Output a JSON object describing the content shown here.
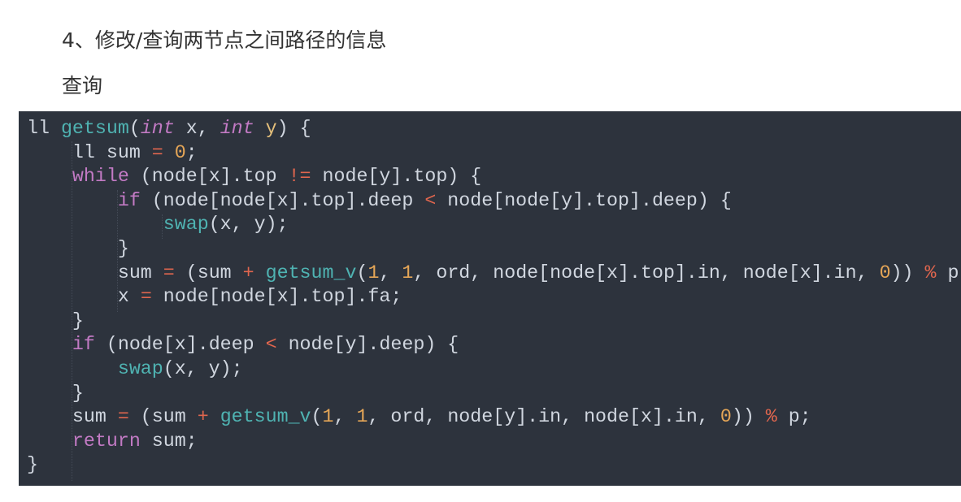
{
  "heading": "4、修改/查询两节点之间路径的信息",
  "subheading": "查询",
  "code_lines": [
    [
      [
        "ll ",
        ""
      ],
      [
        "getsum",
        "f"
      ],
      [
        "(",
        ""
      ],
      [
        "int",
        "i"
      ],
      [
        " x, ",
        ""
      ],
      [
        "int",
        "i"
      ],
      [
        " ",
        ""
      ],
      [
        "y",
        "y"
      ],
      [
        ") {",
        ""
      ]
    ],
    [
      [
        "    ll sum ",
        ""
      ],
      [
        "=",
        "o"
      ],
      [
        " ",
        ""
      ],
      [
        "0",
        "n"
      ],
      [
        ";",
        ""
      ]
    ],
    [
      [
        "    ",
        ""
      ],
      [
        "while",
        "k"
      ],
      [
        " (node[x].top ",
        ""
      ],
      [
        "!=",
        "o"
      ],
      [
        " node[y].top) {",
        ""
      ]
    ],
    [
      [
        "        ",
        ""
      ],
      [
        "if",
        "k"
      ],
      [
        " (node[node[x].top].deep ",
        ""
      ],
      [
        "<",
        "o"
      ],
      [
        " node[node[y].top].deep) {",
        ""
      ]
    ],
    [
      [
        "            ",
        ""
      ],
      [
        "swap",
        "f"
      ],
      [
        "(x, y);",
        ""
      ]
    ],
    [
      [
        "        }",
        ""
      ]
    ],
    [
      [
        "        sum ",
        ""
      ],
      [
        "=",
        "o"
      ],
      [
        " (sum ",
        ""
      ],
      [
        "+",
        "o"
      ],
      [
        " ",
        ""
      ],
      [
        "getsum_v",
        "f"
      ],
      [
        "(",
        ""
      ],
      [
        "1",
        "n"
      ],
      [
        ", ",
        ""
      ],
      [
        "1",
        "n"
      ],
      [
        ", ord, node[node[x].top].in, node[x].in, ",
        ""
      ],
      [
        "0",
        "n"
      ],
      [
        ")) ",
        ""
      ],
      [
        "%",
        "o"
      ],
      [
        " p;",
        ""
      ]
    ],
    [
      [
        "        x ",
        ""
      ],
      [
        "=",
        "o"
      ],
      [
        " node[node[x].top].fa;",
        ""
      ]
    ],
    [
      [
        "    }",
        ""
      ]
    ],
    [
      [
        "    ",
        ""
      ],
      [
        "if",
        "k"
      ],
      [
        " (node[x].deep ",
        ""
      ],
      [
        "<",
        "o"
      ],
      [
        " node[y].deep) {",
        ""
      ]
    ],
    [
      [
        "        ",
        ""
      ],
      [
        "swap",
        "f"
      ],
      [
        "(x, y);",
        ""
      ]
    ],
    [
      [
        "    }",
        ""
      ]
    ],
    [
      [
        "    sum ",
        ""
      ],
      [
        "=",
        "o"
      ],
      [
        " (sum ",
        ""
      ],
      [
        "+",
        "o"
      ],
      [
        " ",
        ""
      ],
      [
        "getsum_v",
        "f"
      ],
      [
        "(",
        ""
      ],
      [
        "1",
        "n"
      ],
      [
        ", ",
        ""
      ],
      [
        "1",
        "n"
      ],
      [
        ", ord, node[y].in, node[x].in, ",
        ""
      ],
      [
        "0",
        "n"
      ],
      [
        ")) ",
        ""
      ],
      [
        "%",
        "o"
      ],
      [
        " p;",
        ""
      ]
    ],
    [
      [
        "    ",
        ""
      ],
      [
        "return",
        "k"
      ],
      [
        " sum;",
        ""
      ]
    ],
    [
      [
        "}",
        ""
      ]
    ]
  ]
}
